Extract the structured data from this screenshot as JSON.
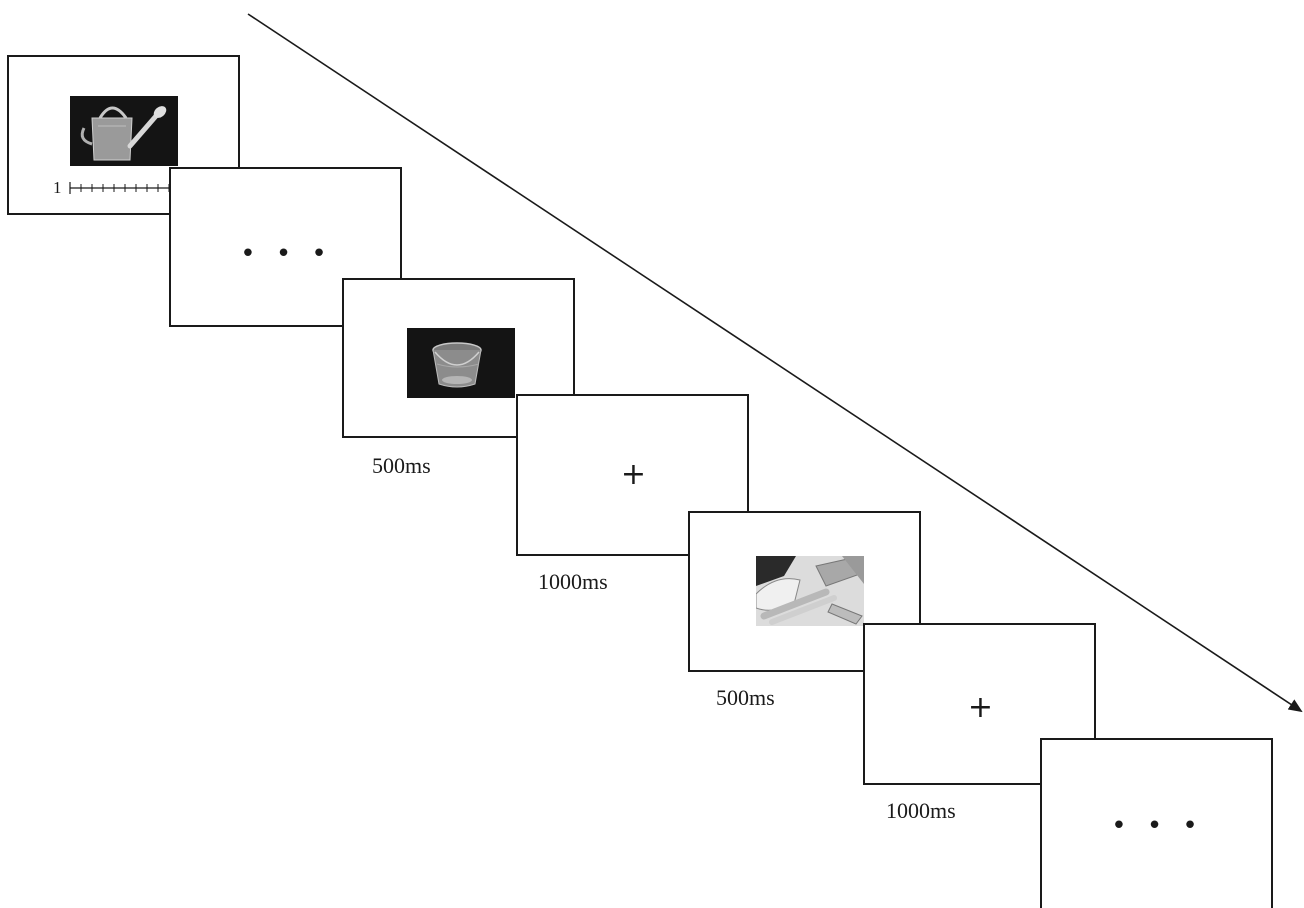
{
  "diagram": {
    "frames": [
      {
        "id": "rating",
        "stimulus": "watering-can",
        "scale_start": "1"
      },
      {
        "id": "ellipsis-1",
        "glyph": "• • •"
      },
      {
        "id": "prime",
        "stimulus": "bucket",
        "duration": "500ms"
      },
      {
        "id": "fixation-1",
        "glyph": "+",
        "duration": "1000ms"
      },
      {
        "id": "target",
        "stimulus": "tools",
        "duration": "500ms"
      },
      {
        "id": "fixation-2",
        "glyph": "+",
        "duration": "1000ms"
      },
      {
        "id": "ellipsis-2",
        "glyph": "• • •"
      }
    ],
    "time_arrow": "time-flow-arrow"
  },
  "colors": {
    "ink": "#1a1a1a",
    "stimulus_bg": "#141414",
    "background": "#ffffff"
  }
}
